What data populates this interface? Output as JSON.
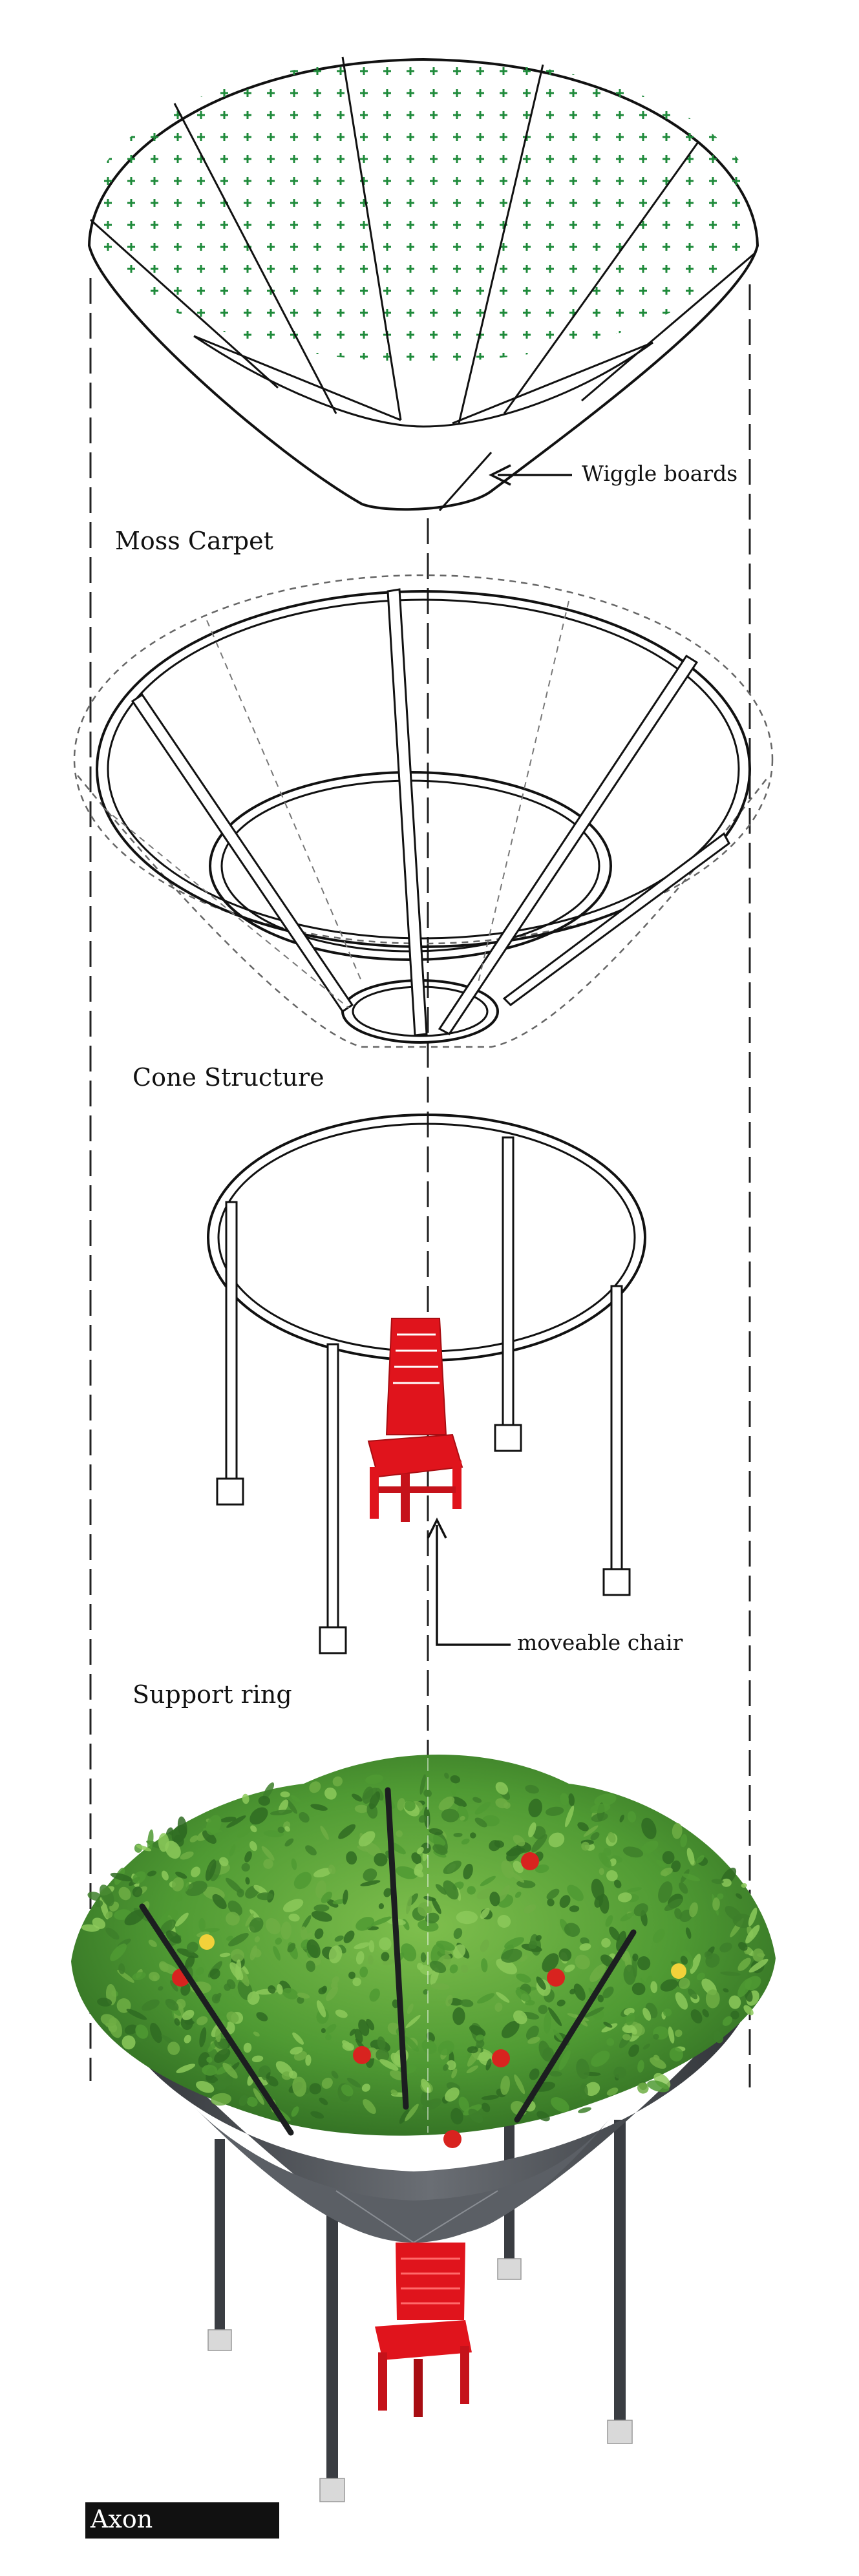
{
  "labels": {
    "wiggle_boards": "Wiggle boards",
    "moss_carpet": "Moss Carpet",
    "cone_structure": "Cone Structure",
    "moveable_chair": "moveable chair",
    "support_ring": "Support ring",
    "axon": "Axon"
  },
  "colors": {
    "line": "#111111",
    "moss_cross": "#1e8a3a",
    "chair": "#e0141c",
    "chair_dark": "#a80d12",
    "foliage_dark": "#2f6b22",
    "foliage_mid": "#4f9a33",
    "foliage_light": "#8cc95a",
    "flower": "#d8231f",
    "flower_yellow": "#f2d13a",
    "cone_fill": "#4a4d52",
    "post": "#3a3d42",
    "footing": "#d9d9d9"
  },
  "icons": {
    "arrow": "arrow-left-icon",
    "arrow_up": "arrow-up-icon"
  }
}
